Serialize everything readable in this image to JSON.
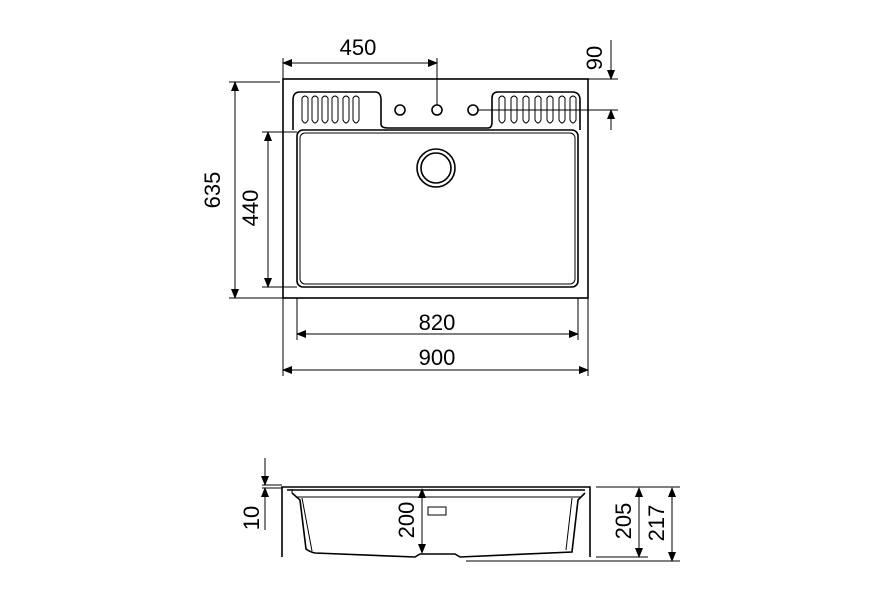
{
  "top_view": {
    "width_overall": "900",
    "width_bowl": "820",
    "depth_overall": "635",
    "depth_bowl": "440",
    "tap_offset_x": "450",
    "tap_offset_y": "90"
  },
  "side_view": {
    "rim_thickness": "10",
    "bowl_depth": "200",
    "body_height": "205",
    "total_height": "217"
  }
}
